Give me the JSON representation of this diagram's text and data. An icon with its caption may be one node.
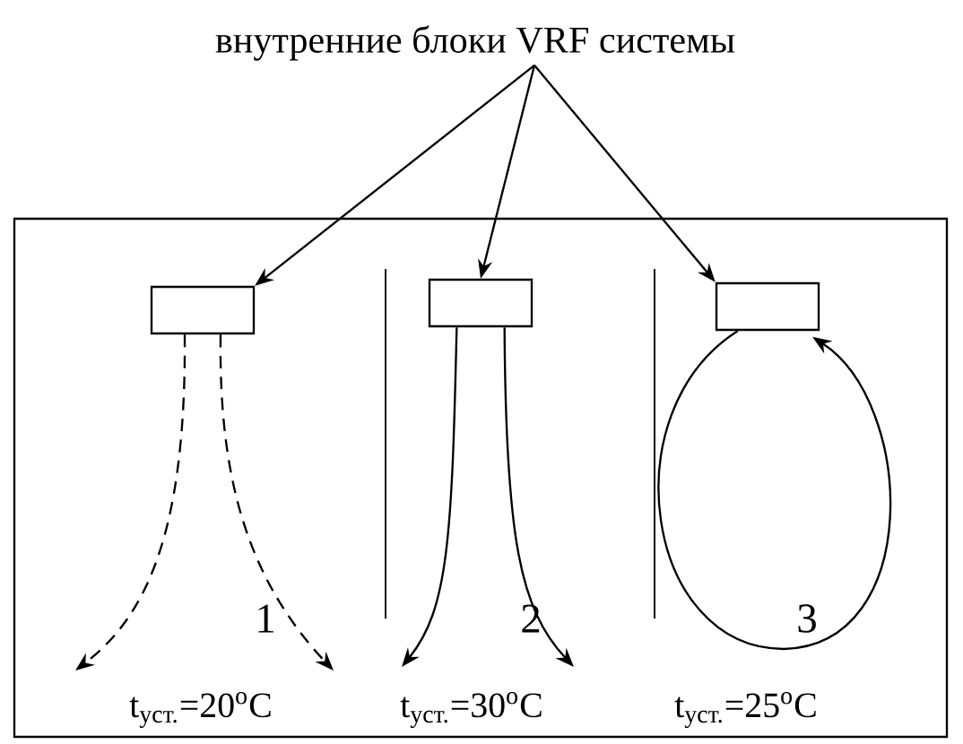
{
  "diagram": {
    "nodes": [
      {
        "text": [
          "внутренние блоки VRF системы"
        ]
      },
      {
        "text": [],
        "shape": "box"
      },
      {
        "text": [],
        "shape": "box"
      },
      {
        "text": [],
        "shape": "box"
      }
    ],
    "edges": [
      {
        "from": 0,
        "to": 1,
        "arrow": "to"
      },
      {
        "from": 0,
        "to": 2,
        "arrow": "to"
      },
      {
        "from": 0,
        "to": 3,
        "arrow": "to"
      },
      {
        "from": 1,
        "to": null,
        "arrow": "to",
        "style": "dashed"
      },
      {
        "from": 1,
        "to": null,
        "arrow": "to",
        "style": "dashed"
      },
      {
        "from": 2,
        "to": null,
        "arrow": "to"
      },
      {
        "from": 2,
        "to": null,
        "arrow": "to"
      },
      {
        "from": 3,
        "to": 3,
        "arrow": "to"
      }
    ],
    "labels": [
      "1",
      "2",
      "3",
      "t$_{уст.}$=20$^{o}$C",
      "t$_{уст.}$=30$^{o}$C",
      "t$_{уст.}$=25$^{o}$C"
    ]
  }
}
